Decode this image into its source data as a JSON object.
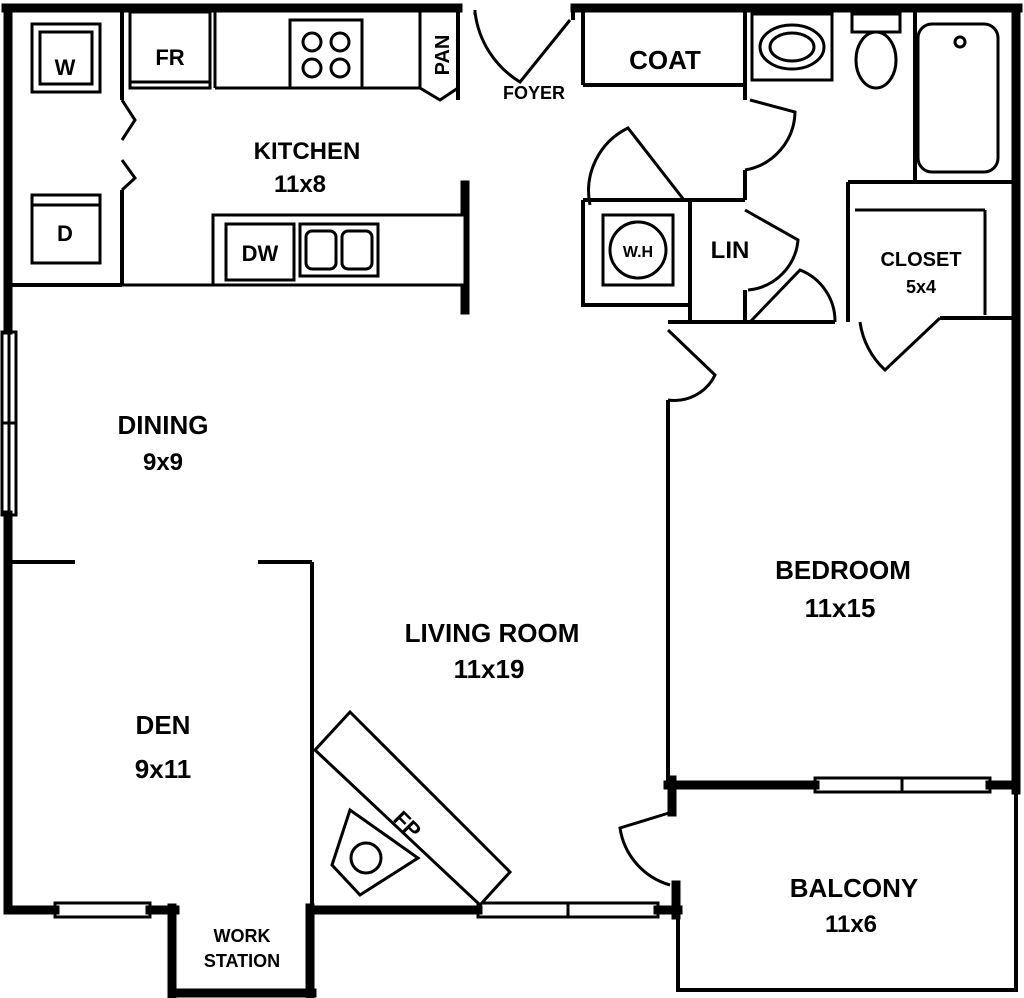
{
  "plan": {
    "title": "Floor Plan"
  },
  "rooms": {
    "kitchen": {
      "name": "KITCHEN",
      "size": "11x8"
    },
    "dining": {
      "name": "DINING",
      "size": "9x9"
    },
    "den": {
      "name": "DEN",
      "size": "9x11"
    },
    "living": {
      "name": "LIVING ROOM",
      "size": "11x19"
    },
    "bedroom": {
      "name": "BEDROOM",
      "size": "11x15"
    },
    "closet": {
      "name": "CLOSET",
      "size": "5x4"
    },
    "balcony": {
      "name": "BALCONY",
      "size": "11x6"
    },
    "foyer": {
      "name": "FOYER"
    },
    "coat": {
      "name": "COAT"
    },
    "linen": {
      "name": "LIN"
    },
    "workstation": {
      "line1": "WORK",
      "line2": "STATION"
    }
  },
  "fixtures": {
    "washer": "W",
    "dryer": "D",
    "fridge": "FR",
    "pantry": "PAN",
    "dishwasher": "DW",
    "water_heater": "W.H",
    "fireplace": "FP"
  }
}
